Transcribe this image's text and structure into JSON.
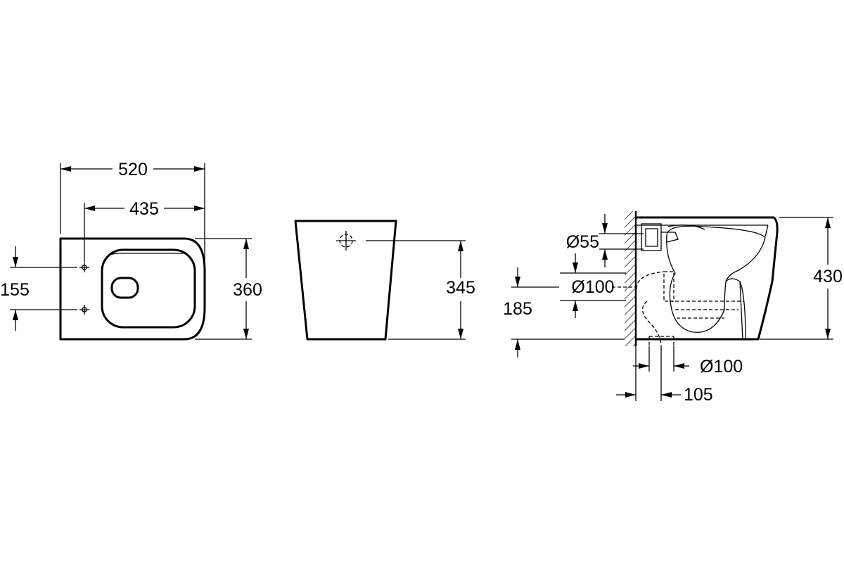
{
  "top_view": {
    "width_overall": "520",
    "width_fixing": "435",
    "depth": "360",
    "fixing_spacing": "155"
  },
  "front_view": {
    "height_to_inlet": "345"
  },
  "side_view": {
    "inlet_diameter": "Ø55",
    "outlet_diameter_horizontal": "Ø100",
    "outlet_height": "185",
    "overall_height": "430",
    "outlet_diameter_floor": "Ø100",
    "outlet_distance_from_wall": "105"
  }
}
